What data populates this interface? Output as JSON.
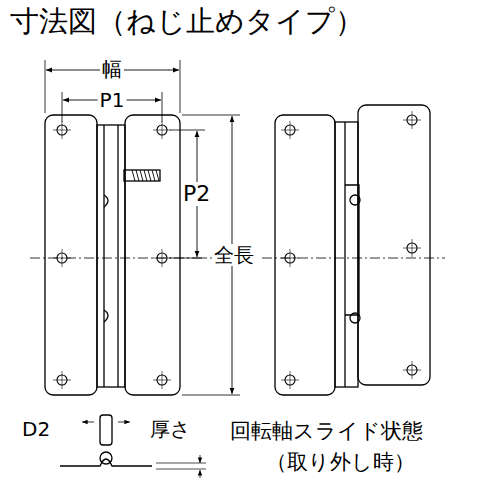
{
  "diagram": {
    "title": "寸法図（ねじ止めタイプ）",
    "labels": [
      "幅",
      "P1",
      "P2",
      "全長",
      "D2",
      "厚さ",
      "回転軸スライド状態",
      "（取り外し時）"
    ]
  }
}
